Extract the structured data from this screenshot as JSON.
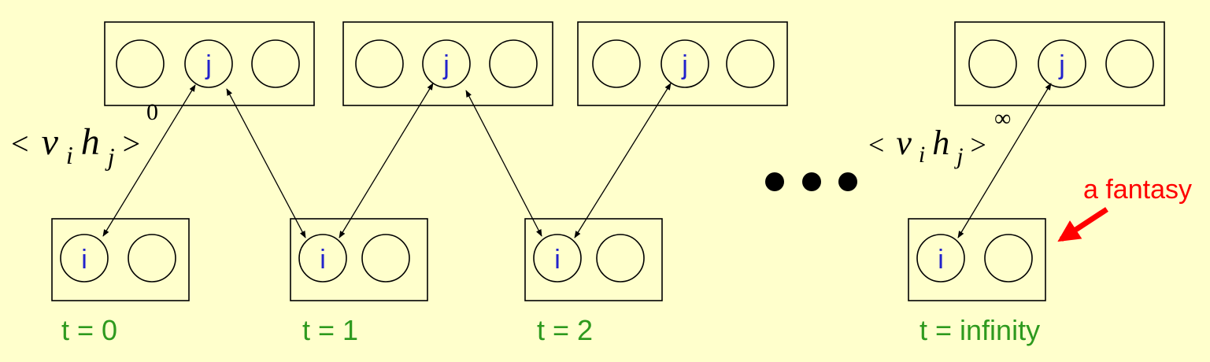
{
  "hidden_top": {
    "unit_label": "j"
  },
  "visible_bottom": {
    "unit_label": "i"
  },
  "time_steps": [
    {
      "label": "t = 0"
    },
    {
      "label": "t = 1"
    },
    {
      "label": "t = 2"
    },
    {
      "label": "t = infinity"
    }
  ],
  "correlations": {
    "first": {
      "v": "v",
      "v_sub": "i",
      "h": "h",
      "h_sub": "j",
      "superscript": "0",
      "open": "<",
      "close": ">"
    },
    "last": {
      "v": "v",
      "v_sub": "i",
      "h": "h",
      "h_sub": "j",
      "superscript": "∞",
      "open": "<",
      "close": ">"
    }
  },
  "annotation": {
    "text": "a fantasy"
  },
  "colors": {
    "background": "#FFFFCC",
    "unit_label": "#2222CC",
    "time_label": "#2E9A1E",
    "annotation": "#FF0000"
  }
}
